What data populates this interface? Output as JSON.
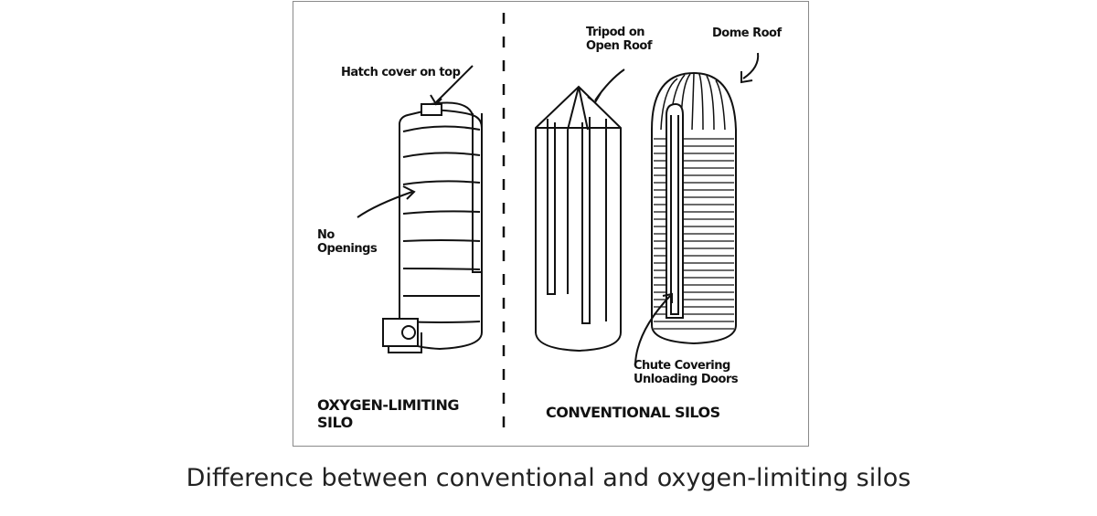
{
  "figure": {
    "labels": {
      "hatch_cover": "Hatch cover on top",
      "no_openings": [
        "No",
        "Openings"
      ],
      "tripod": [
        "Tripod on",
        "Open Roof"
      ],
      "dome_roof": "Dome Roof",
      "chute": [
        "Chute Covering",
        "Unloading Doors"
      ]
    },
    "sections": {
      "oxygen_limiting": [
        "OXYGEN-LIMITING",
        "SILO"
      ],
      "conventional": "CONVENTIONAL SILOS"
    }
  },
  "caption": "Difference between conventional and oxygen-limiting silos"
}
